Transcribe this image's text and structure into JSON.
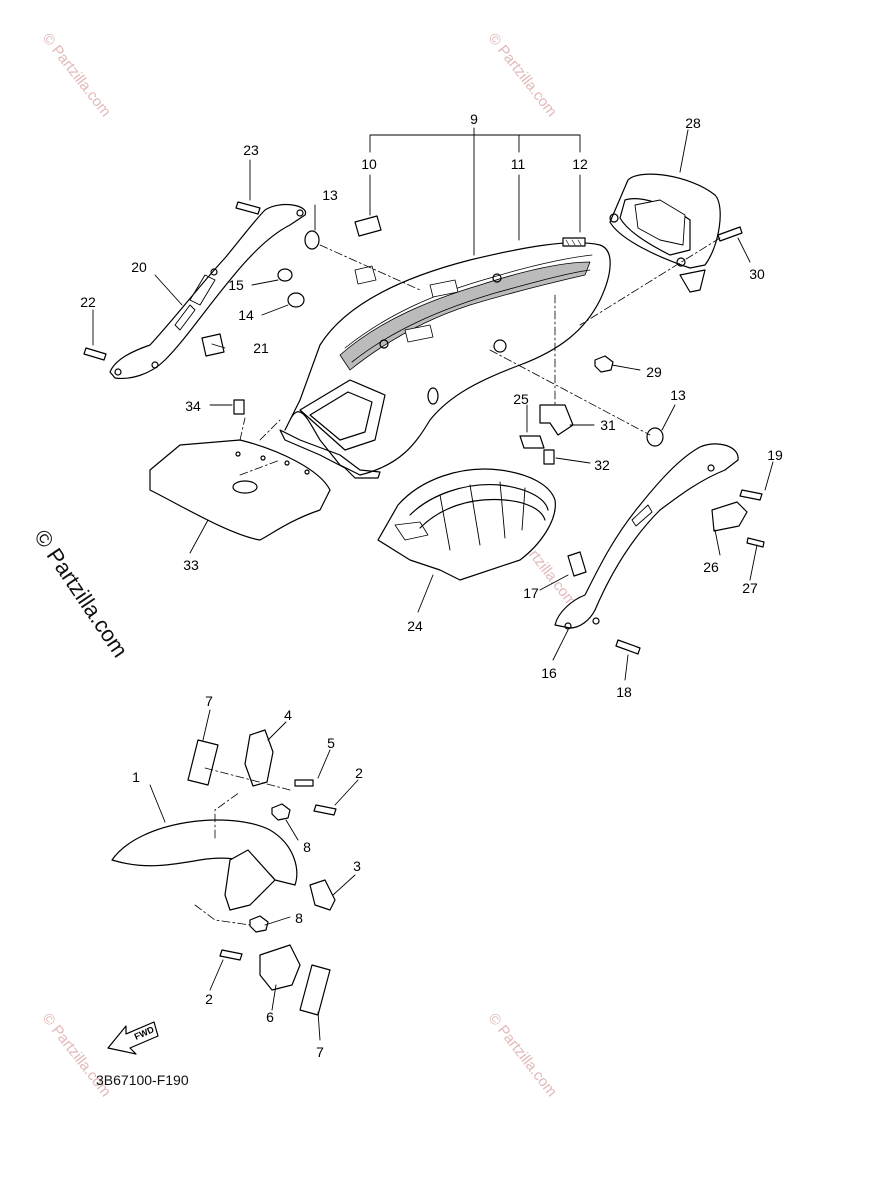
{
  "watermark": {
    "text": "© Partzilla.com"
  },
  "diagram_code": "3B67100-F190",
  "fwd_label": "FWD",
  "callouts": {
    "c1": "1",
    "c2a": "2",
    "c2b": "2",
    "c3": "3",
    "c4": "4",
    "c5": "5",
    "c6": "6",
    "c7a": "7",
    "c7b": "7",
    "c8a": "8",
    "c8b": "8",
    "c9": "9",
    "c10": "10",
    "c11": "11",
    "c12": "12",
    "c13a": "13",
    "c13b": "13",
    "c14": "14",
    "c15": "15",
    "c16": "16",
    "c17": "17",
    "c18": "18",
    "c19": "19",
    "c20": "20",
    "c21": "21",
    "c22": "22",
    "c23": "23",
    "c24": "24",
    "c25": "25",
    "c26": "26",
    "c27": "27",
    "c28": "28",
    "c29": "29",
    "c30": "30",
    "c31": "31",
    "c32": "32",
    "c33": "33",
    "c34": "34"
  }
}
